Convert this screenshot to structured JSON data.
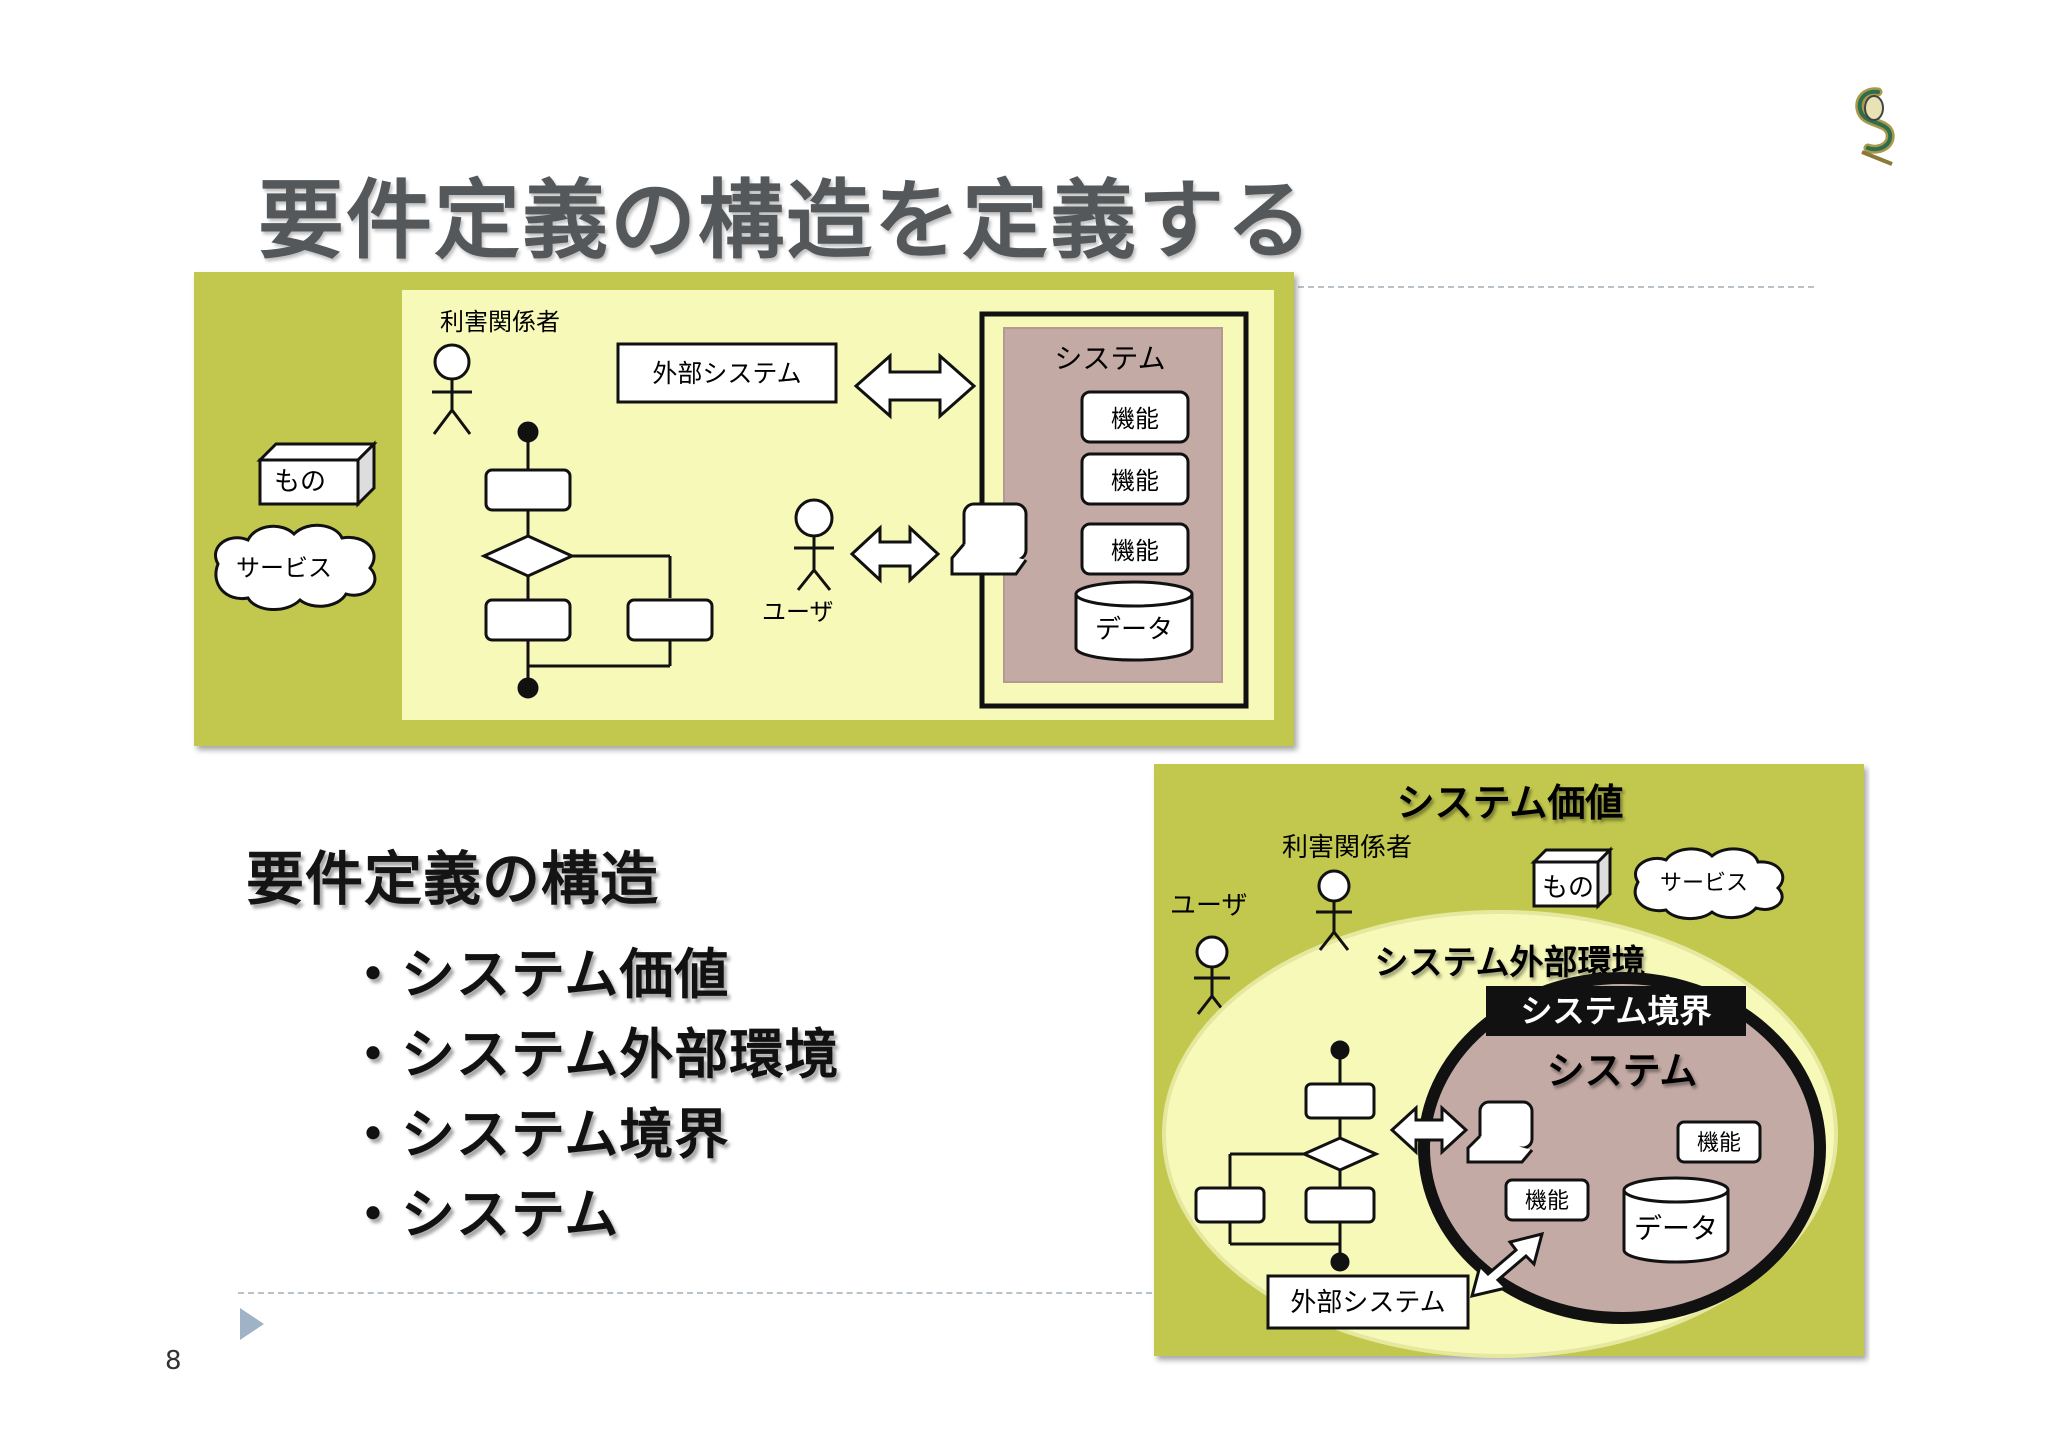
{
  "slide": {
    "title": "要件定義の構造を定義する",
    "page_number": "8"
  },
  "outline": {
    "heading": "要件定義の構造",
    "bullets": [
      "・システム価値",
      "・システム外部環境",
      "・システム境界",
      "・システム"
    ]
  },
  "diagram_top": {
    "stakeholder_label": "利害関係者",
    "external_system": "外部システム",
    "system_title": "システム",
    "functions": [
      "機能",
      "機能",
      "機能"
    ],
    "data": "データ",
    "user_label": "ユーザ",
    "thing": "もの",
    "service": "サービス"
  },
  "diagram_bottom": {
    "value_title": "システム価値",
    "stakeholder_label": "利害関係者",
    "user_label": "ユーザ",
    "thing": "もの",
    "service": "サービス",
    "environment_title": "システム外部環境",
    "boundary_title": "システム境界",
    "system_title": "システム",
    "functions": [
      "機能",
      "機能"
    ],
    "data": "データ",
    "external_system": "外部システム"
  },
  "colors": {
    "panel_olive": "#c2c84e",
    "inner_yellow": "#f7f9b8",
    "system_rose": "#c4aaa4",
    "title_gray": "#55585a",
    "dash_gray": "#b8c2c8",
    "triangle_blue": "#9fb2c6"
  }
}
